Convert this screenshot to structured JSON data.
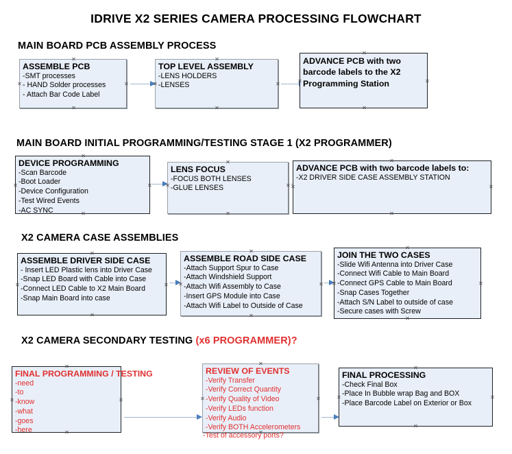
{
  "document": {
    "title": "IDRIVE X2  SERIES CAMERA PROCESSING FLOWCHART"
  },
  "sections": [
    {
      "id": "main-board-pcb-assembly",
      "heading": "MAIN BOARD PCB ASSEMBLY PROCESS",
      "heading_accent": ""
    },
    {
      "id": "main-board-initial-programming",
      "heading": "MAIN BOARD INITIAL PROGRAMMING/TESTING STAGE 1 (X2 PROGRAMMER)",
      "heading_accent": ""
    },
    {
      "id": "x2-camera-case-assemblies",
      "heading": "X2 CAMERA CASE ASSEMBLIES",
      "heading_accent": ""
    },
    {
      "id": "x2-camera-secondary-testing",
      "heading": "X2 CAMERA SECONDARY TESTING ",
      "heading_accent": "(x6 PROGRAMMER)?"
    }
  ],
  "boxes": {
    "assemble_pcb": {
      "title": "ASSEMBLE PCB",
      "lines": [
        "-SMT processes",
        "- HAND Solder processes",
        "- Attach Bar Code Label"
      ]
    },
    "top_level_assembly": {
      "title": "TOP LEVEL ASSEMBLY",
      "lines": [
        "-LENS HOLDERS",
        "-LENSES"
      ]
    },
    "advance_pcb_station": {
      "title": "ADVANCE PCB with two barcode labels to the  X2 Programming Station",
      "lines": []
    },
    "device_programming": {
      "title": "DEVICE PROGRAMMING",
      "lines": [
        "-Scan Barcode",
        "-Boot Loader",
        "-Device Configuration",
        "-Test Wired Events",
        "-AC SYNC"
      ]
    },
    "lens_focus": {
      "title": "LENS FOCUS",
      "lines": [
        "-FOCUS BOTH LENSES",
        "-GLUE LENSES"
      ]
    },
    "advance_pcb_driver_side": {
      "title": "ADVANCE PCB with two barcode labels to:",
      "lines": [
        "-X2 DRIVER  SIDE  CASE  ASSEMBLY STATION"
      ]
    },
    "assemble_driver_side_case": {
      "title": "ASSEMBLE DRIVER SIDE CASE",
      "lines": [
        "- Insert LED Plastic lens into Driver Case",
        "-Snap LED Board with Cable into Case",
        "-Connect LED Cable to X2 Main Board",
        "-Snap Main Board into case"
      ]
    },
    "assemble_road_side_case": {
      "title": "ASSEMBLE ROAD SIDE CASE",
      "lines": [
        "-Attach Support Spur to Case",
        "-Attach Windshield Support",
        "-Attach Wifi Assembly to Case",
        "-Insert GPS Module into Case",
        "-Attach Wifi Label to Outside of Case"
      ]
    },
    "join_the_two_cases": {
      "title": "JOIN THE TWO CASES",
      "lines": [
        "-Slide Wifi Antenna into Driver Case",
        "-Connect Wifi Cable to Main Board",
        "-Connect GPS Cable to Main Board",
        "-Snap Cases Together",
        "-Attach S/N Label to outside of case",
        "-Secure cases with Screw"
      ]
    },
    "final_programming_testing": {
      "title": "FINAL PROGRAMMING / TESTING",
      "lines": [
        "-need",
        "-to",
        "-know",
        "-what",
        "-goes",
        "-here"
      ]
    },
    "review_of_events": {
      "title": "REVIEW OF EVENTS",
      "lines": [
        "-Verify Transfer",
        "-Verify Correct Quantity",
        "-Verify Quality of Video",
        "-Verify LEDs function",
        "-Verify Audio",
        "-Verify BOTH Accelerometers"
      ],
      "overflow_line": "-Test of accessory ports?"
    },
    "final_processing": {
      "title": "FINAL PROCESSING",
      "lines": [
        " -Check Final Box",
        "-Place In Bubble wrap Bag and BOX",
        "-Place Barcode Label on Exterior or Box"
      ]
    }
  },
  "colors": {
    "box_fill": "#e9eff8",
    "box_border_dark": "#20252c",
    "box_border_gray": "#9aa0a6",
    "connector_line": "#9fb4cd",
    "connector_arrow": "#4a7ebb",
    "accent_red": "#e03030",
    "text": "#000000"
  }
}
